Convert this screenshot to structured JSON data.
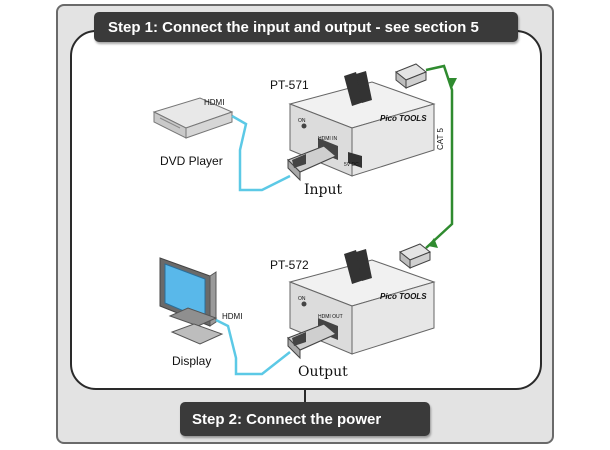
{
  "steps": {
    "step1": "Step 1: Connect the input and output - see section 5",
    "step2": "Step 2: Connect the power"
  },
  "devices": {
    "transmitter": {
      "model": "PT-571",
      "caption": "Input",
      "port_label": "HDMI IN",
      "power_label": "5V DC",
      "led_label": "ON",
      "brand": "Pico TOOLS"
    },
    "receiver": {
      "model": "PT-572",
      "caption": "Output",
      "port_label": "HDMI OUT",
      "led_label": "ON",
      "brand": "Pico TOOLS"
    },
    "source": {
      "name": "DVD Player",
      "cable_label": "HDMI"
    },
    "display": {
      "name": "Display",
      "cable_label": "HDMI"
    },
    "link": {
      "cable_label": "CAT 5"
    }
  },
  "colors": {
    "hdmi_cable": "#5cc9e6",
    "cat5_cable": "#2f8b2f",
    "banner": "#3a3a3a"
  }
}
